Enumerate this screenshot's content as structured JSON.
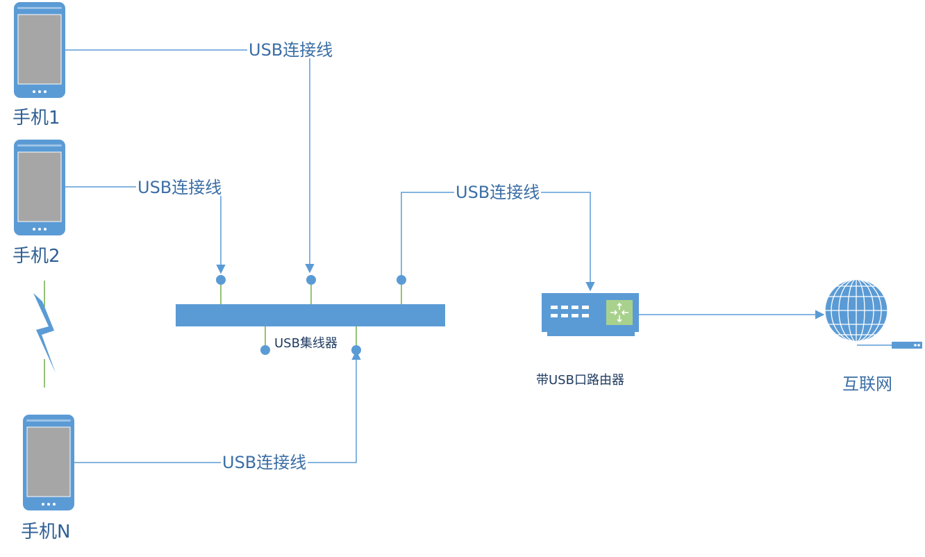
{
  "phones": [
    {
      "label": "手机1"
    },
    {
      "label": "手机2"
    },
    {
      "label": "手机N"
    }
  ],
  "cables": [
    {
      "label": "USB连接线"
    },
    {
      "label": "USB连接线"
    },
    {
      "label": "USB连接线"
    },
    {
      "label": "USB连接线"
    }
  ],
  "hub": {
    "label": "USB集线器"
  },
  "router": {
    "label": "带USB口路由器"
  },
  "internet": {
    "label": "互联网"
  },
  "colors": {
    "device_blue": "#5b9bd5",
    "line_blue": "#5b9bd5",
    "screen_gray": "#a6a6a6",
    "connector_green": "#70ad47",
    "router_panel_green": "#a9d18e",
    "text_blue": "#3b6ea5"
  },
  "icons": [
    "smartphone-icon",
    "lightning-bolt-icon",
    "usb-hub-icon",
    "router-icon",
    "globe-icon"
  ]
}
